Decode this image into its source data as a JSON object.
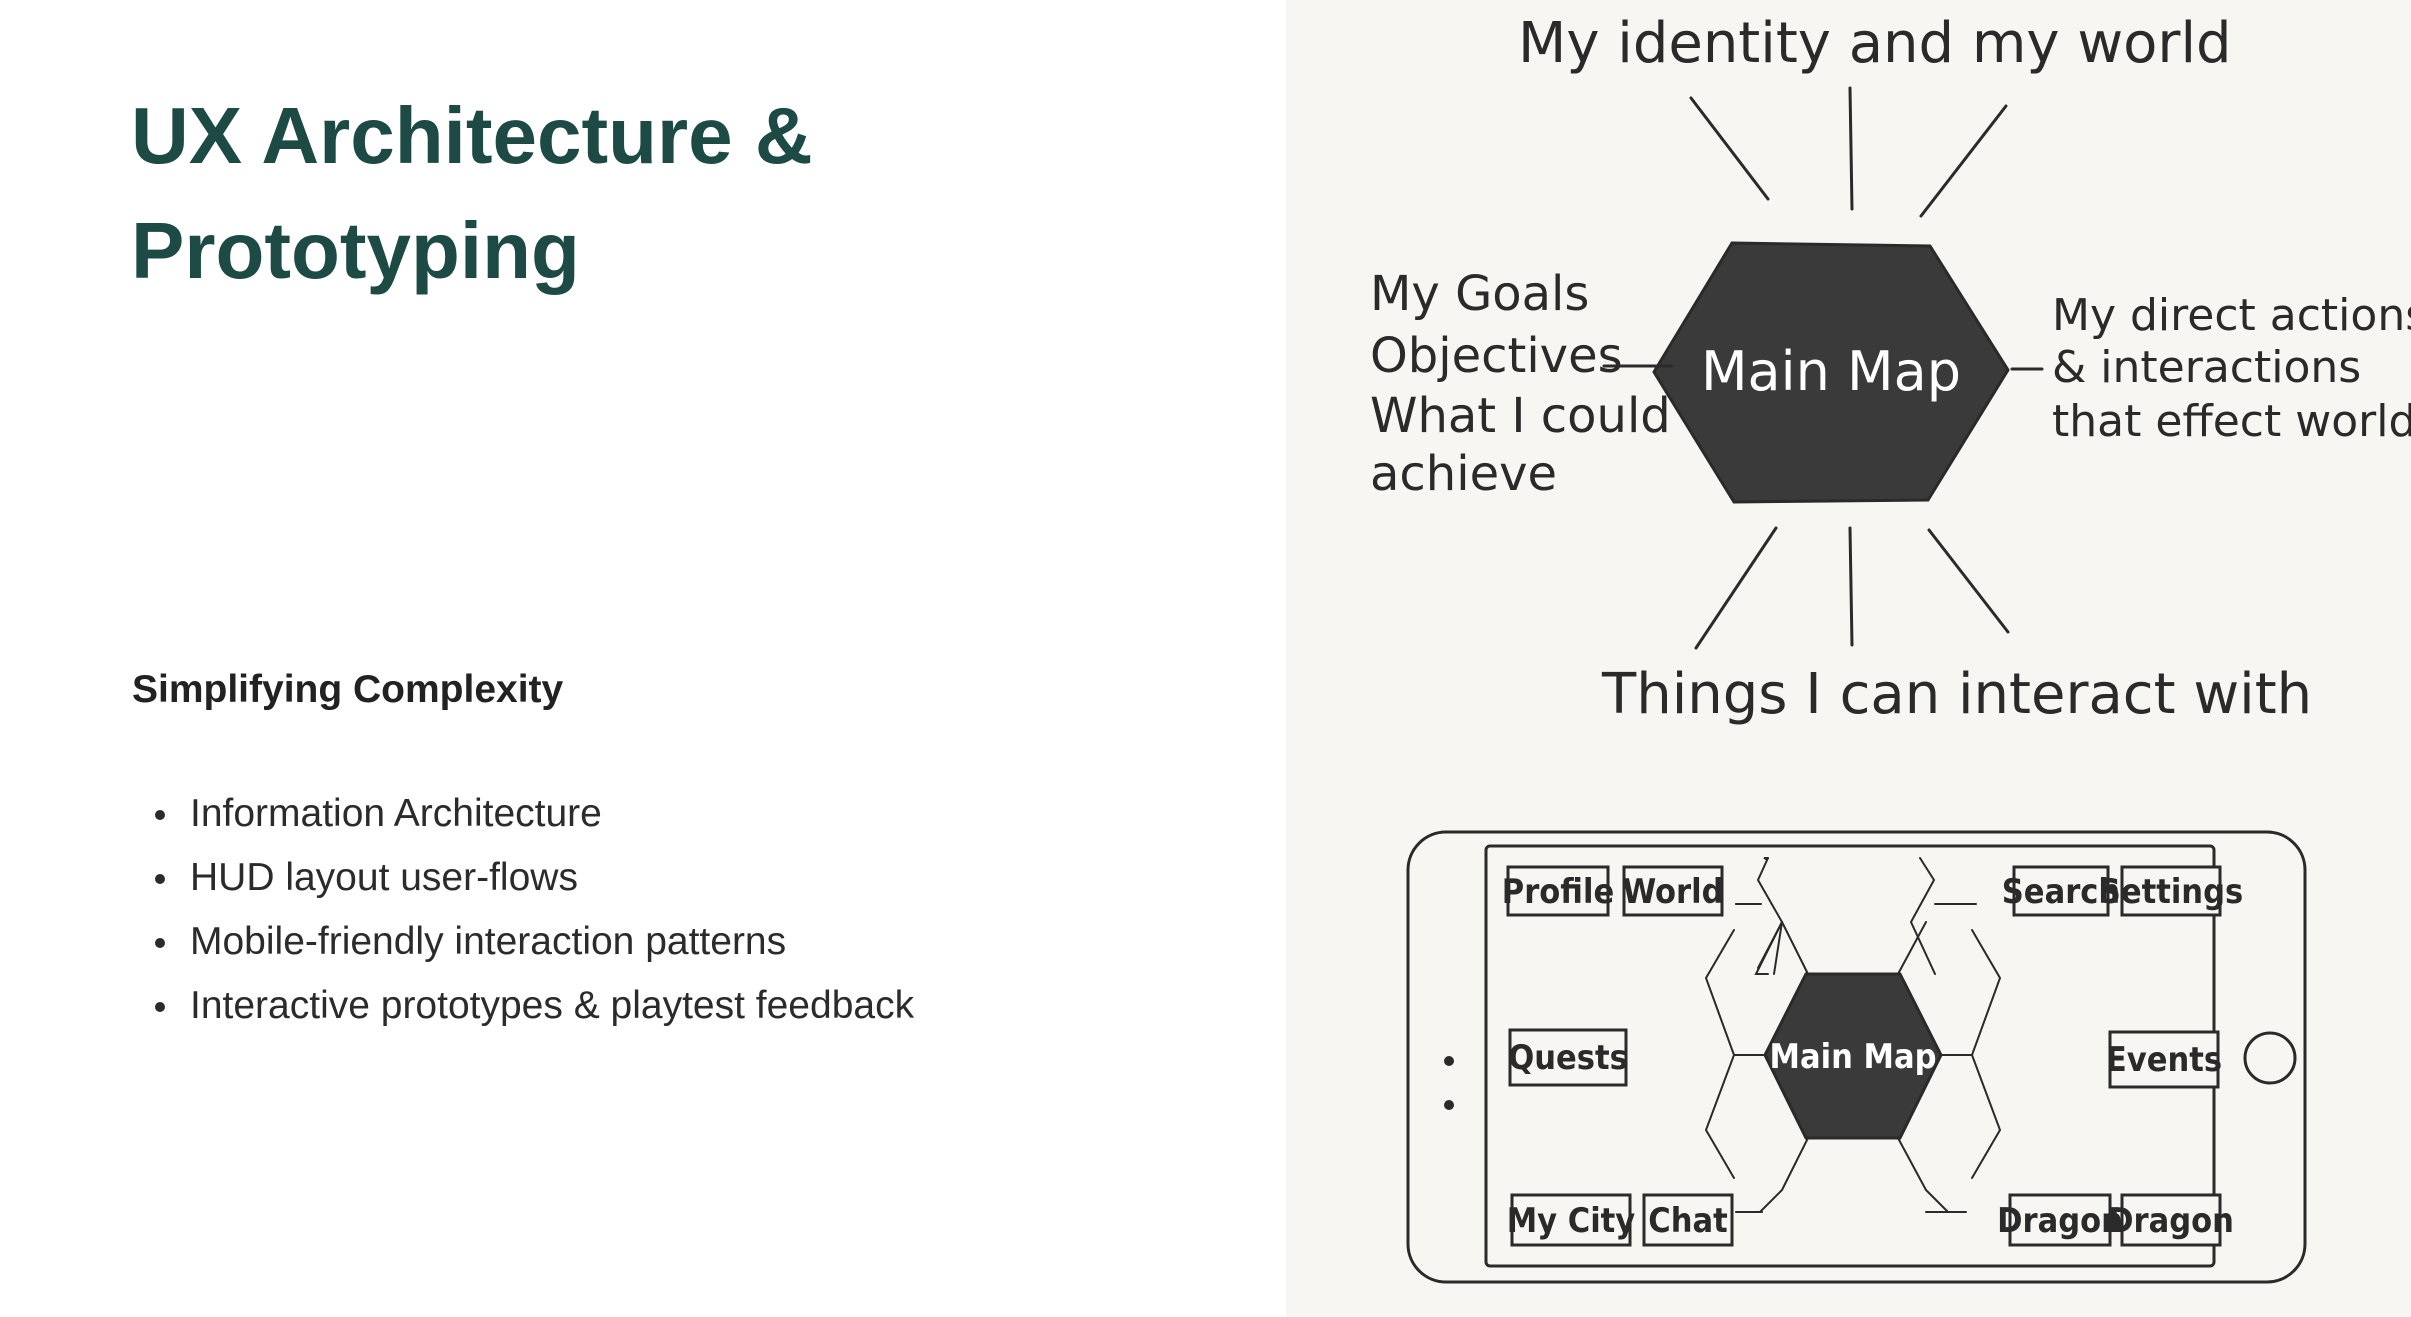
{
  "header": {
    "title_line1": "UX Architecture &",
    "title_line2": "Prototyping"
  },
  "section": {
    "subtitle": "Simplifying Complexity",
    "bullets": [
      "Information Architecture",
      "HUD layout user-flows",
      "Mobile-friendly interaction patterns",
      "Interactive prototypes & playtest feedback"
    ]
  },
  "sketch": {
    "center_label": "Main Map",
    "top_label": "My identity and my world",
    "left_lines": [
      "My Goals",
      "Objectives",
      "What I could",
      "achieve"
    ],
    "right_lines": [
      "My direct actions",
      "& interactions",
      "that effect world"
    ],
    "bottom_label": "Things I can interact with"
  },
  "phone": {
    "center_label": "Main Map",
    "buttons": {
      "profile": "Profile",
      "world": "World",
      "search": "Search",
      "settings": "Settings",
      "quests": "Quests",
      "events": "Events",
      "mycity": "My City",
      "chat": "Chat",
      "dragon1": "Dragon",
      "dragon2": "Dragon"
    }
  },
  "colors": {
    "title": "#1d4a45",
    "ink": "#2a2a2a",
    "panel_bg": "#f7f6f3",
    "hex_fill": "#3a3a3a"
  }
}
